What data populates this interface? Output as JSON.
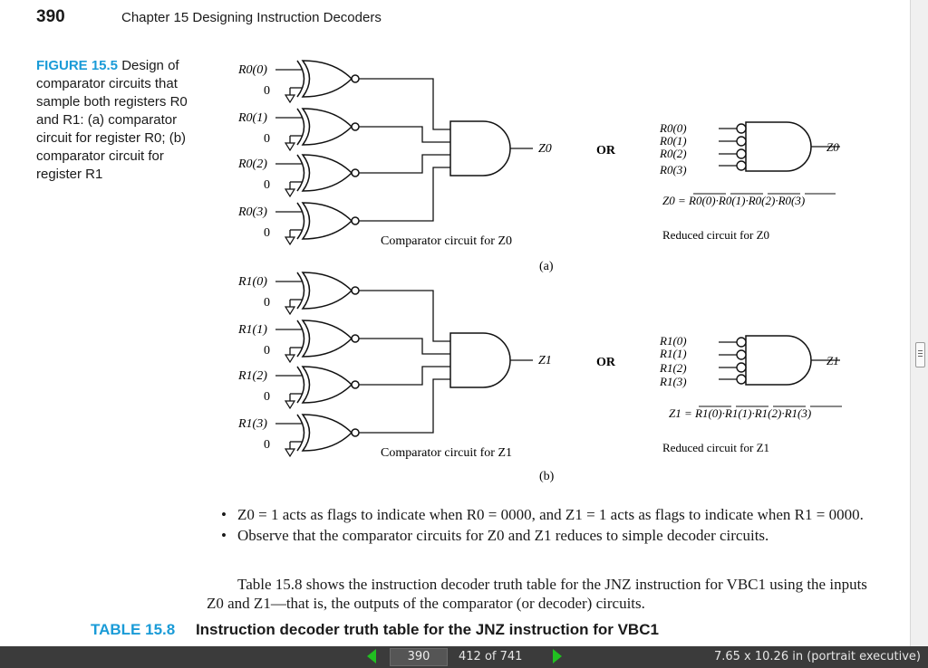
{
  "header": {
    "page_number": "390",
    "chapter": "Chapter 15   Designing Instruction Decoders"
  },
  "figure": {
    "label": "FIGURE 15.5",
    "caption": "Design of comparator circuits that sample both registers R0 and R1: (a) comparator circuit for register R0; (b) comparator circuit for register R1",
    "a": {
      "inputs": [
        "R0(0)",
        "R0(1)",
        "R0(2)",
        "R0(3)"
      ],
      "zero": "0",
      "output": "Z0",
      "or": "OR",
      "circuit_label": "Comparator circuit for Z0",
      "sub_label": "(a)",
      "reduced_inputs": [
        "R0(0)",
        "R0(1)",
        "R0(2)",
        "R0(3)"
      ],
      "reduced_output": "Z0",
      "eq_lhs": "Z0 = ",
      "eq_terms": [
        "R0(0)",
        "R0(1)",
        "R0(2)",
        "R0(3)"
      ],
      "reduced_label": "Reduced circuit for Z0"
    },
    "b": {
      "inputs": [
        "R1(0)",
        "R1(1)",
        "R1(2)",
        "R1(3)"
      ],
      "zero": "0",
      "output": "Z1",
      "or": "OR",
      "circuit_label": "Comparator circuit for Z1",
      "sub_label": "(b)",
      "reduced_inputs": [
        "R1(0)",
        "R1(1)",
        "R1(2)",
        "R1(3)"
      ],
      "reduced_output": "Z1",
      "eq_lhs": "Z1 = ",
      "eq_terms": [
        "R1(0)",
        "R1(1)",
        "R1(2)",
        "R1(3)"
      ],
      "reduced_label": "Reduced circuit for Z1"
    }
  },
  "bullets": [
    "Z0 = 1 acts as flags to indicate when R0 = 0000, and Z1 = 1 acts as flags to indicate when R1 = 0000.",
    "Observe that the comparator circuits for Z0 and Z1 reduces to simple decoder circuits."
  ],
  "paragraph": "Table 15.8 shows the instruction decoder truth table for the JNZ instruction for VBC1 using the inputs Z0 and Z1—that is, the outputs of the comparator (or decoder) circuits.",
  "table_caption": {
    "label": "TABLE 15.8",
    "text": "Instruction decoder truth table for the JNZ instruction for VBC1"
  },
  "statusbar": {
    "current_page": "390",
    "total": "412   of  741",
    "page_size": "7.65 x 10.26 in (portrait executive)"
  }
}
